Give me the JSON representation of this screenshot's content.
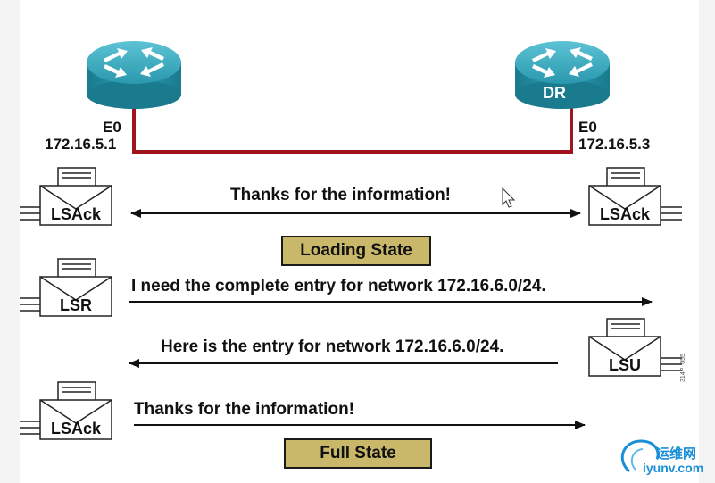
{
  "routers": {
    "left": {
      "interface": "E0",
      "ip": "172.16.5.1",
      "label": ""
    },
    "right": {
      "interface": "E0",
      "ip": "172.16.5.3",
      "label": "DR"
    }
  },
  "messages": {
    "m1": "Thanks for the information!",
    "m2": "I need the complete entry for network 172.16.6.0/24.",
    "m3": "Here is the entry for network 172.16.6.0/24.",
    "m4": "Thanks for the information!"
  },
  "packets": {
    "p1_left": "LSAck",
    "p1_right": "LSAck",
    "p2_left": "LSR",
    "p3_right": "LSU",
    "p4_left": "LSAck"
  },
  "states": {
    "loading": "Loading State",
    "full": "Full State"
  },
  "figure_code": "314P_055",
  "watermark": {
    "line1": "运维网",
    "line2": "iyunv.com"
  },
  "colors": {
    "link": "#a0141e",
    "router_top": "#3aa6ba",
    "router_side": "#1d7b8f",
    "state_box": "#c9b86a"
  }
}
